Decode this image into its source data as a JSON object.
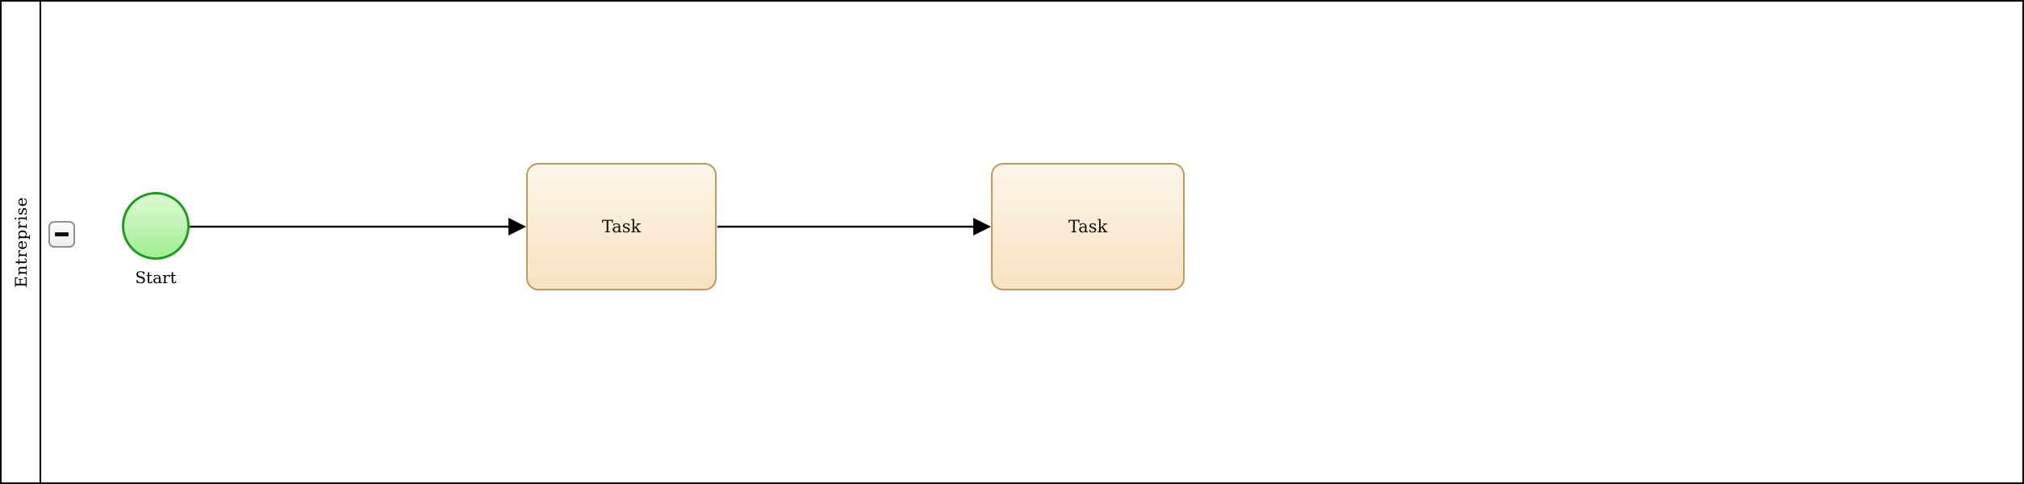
{
  "diagram": {
    "kind": "BPMN process diagram"
  },
  "pool": {
    "name": "Entreprise",
    "collapse_button": {
      "icon": "minus-icon",
      "symbol": "−"
    }
  },
  "process": {
    "start_event": {
      "label": "Start"
    },
    "tasks": [
      {
        "label": "Task"
      },
      {
        "label": "Task"
      }
    ],
    "flows": [
      {
        "from": "start-event",
        "to": "task-1"
      },
      {
        "from": "task-1",
        "to": "task-2"
      }
    ]
  },
  "colors": {
    "outer_border": "#000000",
    "start_event_stroke": "#1a9e1a",
    "start_event_fill_top": "#ddf9d3",
    "start_event_fill_bottom": "#a1ee92",
    "task_stroke": "#bf9a5a",
    "task_fill_top": "#fdf6e9",
    "task_fill_bottom": "#f7e1c1",
    "flow_line": "#000000",
    "collapse_button_border": "#8f8f8f"
  }
}
